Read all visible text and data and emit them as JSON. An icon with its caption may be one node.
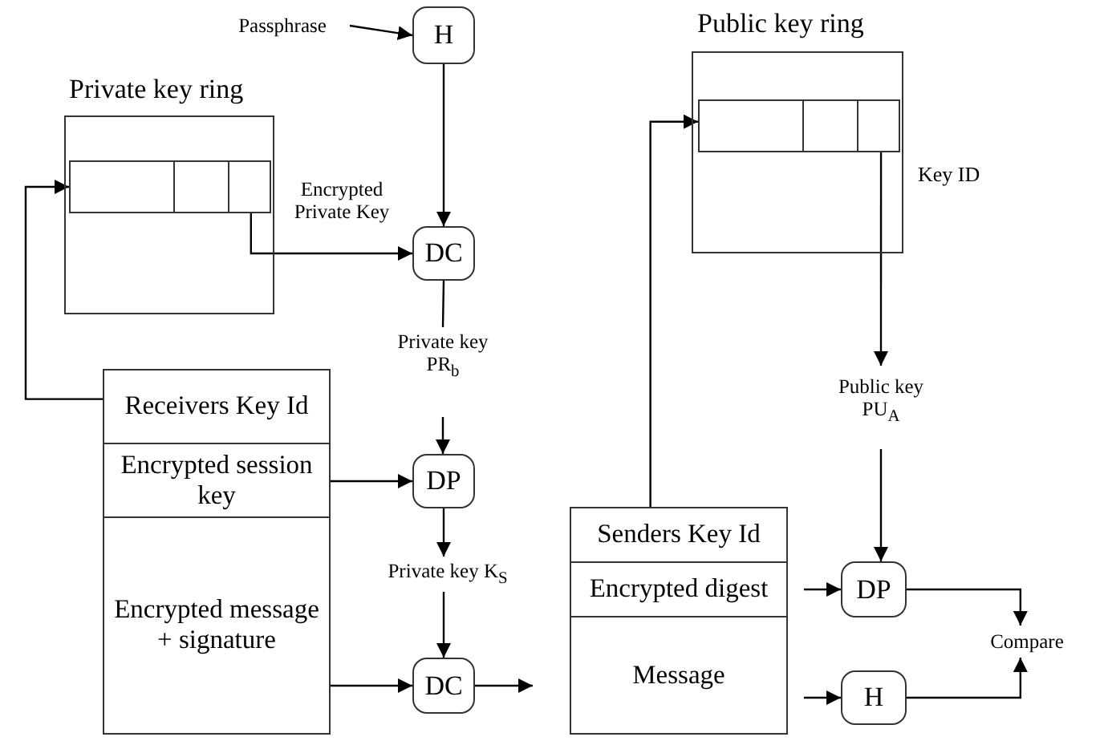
{
  "diagram": {
    "nodes": [
      {
        "text": [
          "Passphrase"
        ]
      },
      {
        "text": [
          "H"
        ]
      },
      {
        "text": [
          "Private key ring"
        ]
      },
      {
        "text": [],
        "shape": "box",
        "in": 2
      },
      {
        "text": [
          "DC"
        ]
      },
      {
        "text": [
          "Private key PR$_{b}$"
        ]
      },
      {
        "text": [
          "Receivers Key Id"
        ]
      },
      {
        "text": [
          "Encrypted session key"
        ]
      },
      {
        "text": [
          "Encrypted message + signature"
        ]
      },
      {
        "text": [
          "DP"
        ]
      },
      {
        "text": [
          "Private key K$_{S}$"
        ]
      },
      {
        "text": [
          "DC"
        ]
      },
      {
        "text": [
          "Public key ring"
        ]
      },
      {
        "text": [],
        "shape": "box",
        "in": 12
      },
      {
        "text": [
          "Public key PU$_{A}$"
        ]
      },
      {
        "text": [
          "Senders Key Id"
        ]
      },
      {
        "text": [
          "Encrypted digest"
        ]
      },
      {
        "text": [
          "Message"
        ]
      },
      {
        "text": [
          "DP"
        ]
      },
      {
        "text": [
          "H"
        ]
      },
      {
        "text": [
          "Compare"
        ]
      }
    ],
    "edges": [
      {
        "from": 0,
        "to": 1,
        "arrow": "to"
      },
      {
        "from": 1,
        "to": 4,
        "arrow": "to"
      },
      {
        "from": 3,
        "to": 4,
        "arrow": "to",
        "label": "Encrypted Private Key"
      },
      {
        "from": 6,
        "to": 3,
        "arrow": "to"
      },
      {
        "from": 4,
        "to": 5,
        "arrow": "none"
      },
      {
        "from": 5,
        "to": 9,
        "arrow": "to"
      },
      {
        "from": 7,
        "to": 9,
        "arrow": "to"
      },
      {
        "from": 9,
        "to": 10,
        "arrow": "to"
      },
      {
        "from": 10,
        "to": 11,
        "arrow": "to"
      },
      {
        "from": 8,
        "to": 11,
        "arrow": "to"
      },
      {
        "from": 11,
        "to": 17,
        "arrow": "to"
      },
      {
        "from": 15,
        "to": 13,
        "arrow": "to"
      },
      {
        "from": 13,
        "to": 14,
        "arrow": "to"
      },
      {
        "from": 14,
        "to": 18,
        "arrow": "to"
      },
      {
        "from": 16,
        "to": 18,
        "arrow": "to"
      },
      {
        "from": 17,
        "to": 19,
        "arrow": "to"
      },
      {
        "from": 18,
        "to": 20,
        "arrow": "to"
      },
      {
        "from": 19,
        "to": 20,
        "arrow": "to"
      }
    ],
    "labels": [
      "Key ID"
    ]
  }
}
